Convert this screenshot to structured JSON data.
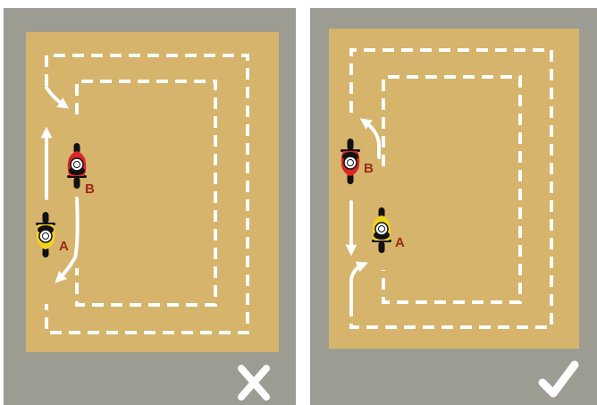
{
  "colors": {
    "background": "#ffffff",
    "frame": "#9c9c92",
    "arena": "#d6b46c",
    "path_line": "#ffffff",
    "bike_a_body": "#f2d21e",
    "bike_b_body": "#d8262a",
    "bike_dark": "#111111",
    "label_text": "#9a2a14"
  },
  "panels": [
    {
      "verdict": "incorrect",
      "verdict_icon": "cross-icon",
      "riders": [
        {
          "label": "A",
          "bike_color": "yellow"
        },
        {
          "label": "B",
          "bike_color": "red"
        }
      ]
    },
    {
      "verdict": "correct",
      "verdict_icon": "check-icon",
      "riders": [
        {
          "label": "A",
          "bike_color": "yellow"
        },
        {
          "label": "B",
          "bike_color": "red"
        }
      ]
    }
  ]
}
